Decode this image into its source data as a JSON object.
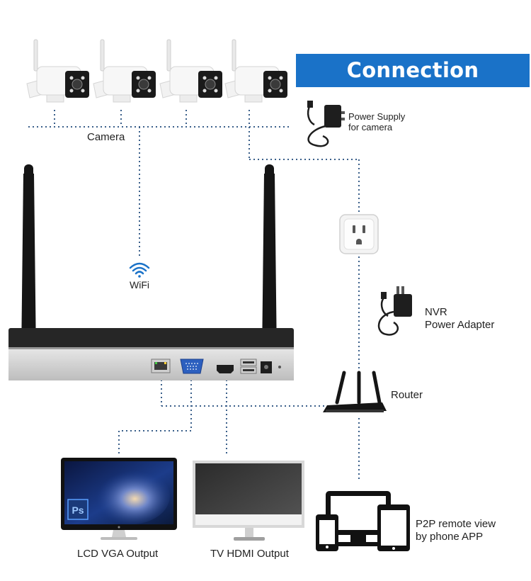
{
  "title": "Connection Diagram",
  "labels": {
    "camera": "Camera",
    "power_supply": "Power Supply\nfor camera",
    "wifi": "WiFi",
    "nvr_adapter": "NVR\nPower Adapter",
    "router": "Router",
    "lcd_vga": "LCD VGA Output",
    "tv_hdmi": "TV HDMI Output",
    "p2p": "P2P remote view\nby phone APP",
    "ps_logo": "Ps"
  },
  "colors": {
    "banner": "#1a72c8",
    "connector_line": "#3a5f8a",
    "nvr_body": "#262626",
    "device_dark": "#111111"
  },
  "icons": [
    "camera-icon",
    "power-supply-icon",
    "wall-outlet-icon",
    "wifi-icon",
    "nvr-icon",
    "antenna-icon",
    "router-icon",
    "lcd-monitor-icon",
    "tv-icon",
    "devices-icon"
  ]
}
